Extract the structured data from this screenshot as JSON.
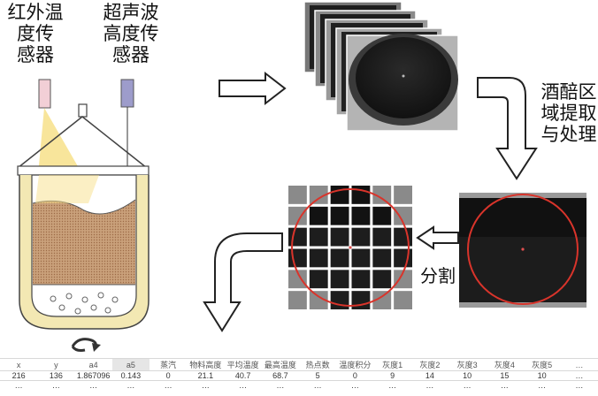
{
  "labels": {
    "ir_sensor": [
      "红外温",
      "度传",
      "感器"
    ],
    "ultrasonic_sensor": [
      "超声波",
      "高度传",
      "感器"
    ],
    "region_extraction": [
      "酒醅区",
      "域提取",
      "与处理"
    ],
    "split": "分割"
  },
  "colors": {
    "ir_sensor": "#f2cfd6",
    "ultrasonic_sensor": "#9d9ccb",
    "heat_beam": "#f7e08a",
    "material": "#c9a07a",
    "grid_circle": "#d9342b",
    "tank_jacket": "#f3e8b3"
  },
  "table": {
    "headers": [
      "x",
      "y",
      "a4",
      "a5",
      "蒸汽",
      "物料高度",
      "平均温度",
      "最高温度",
      "热点数",
      "温度积分",
      "灰度1",
      "灰度2",
      "灰度3",
      "灰度4",
      "灰度5",
      "…"
    ],
    "rows": [
      [
        "216",
        "136",
        "1.867096",
        "0.143",
        "0",
        "21.1",
        "40.7",
        "68.7",
        "5",
        "0",
        "9",
        "14",
        "10",
        "15",
        "10",
        "…"
      ],
      [
        "…",
        "…",
        "…",
        "…",
        "…",
        "…",
        "…",
        "…",
        "…",
        "…",
        "…",
        "…",
        "…",
        "…",
        "…",
        "…"
      ]
    ]
  }
}
